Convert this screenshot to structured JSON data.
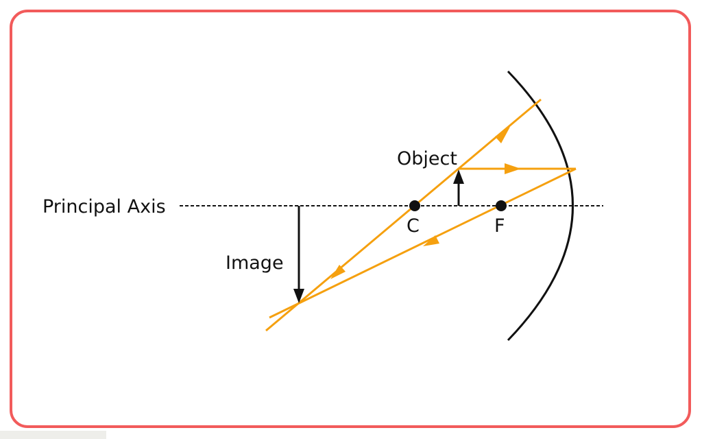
{
  "labels": {
    "principal_axis": "Principal Axis",
    "object": "Object",
    "image": "Image",
    "center_of_curvature": "C",
    "focus": "F"
  },
  "colors": {
    "frame": "#f25b5b",
    "ray": "#f5a00f",
    "ink": "#111111"
  }
}
